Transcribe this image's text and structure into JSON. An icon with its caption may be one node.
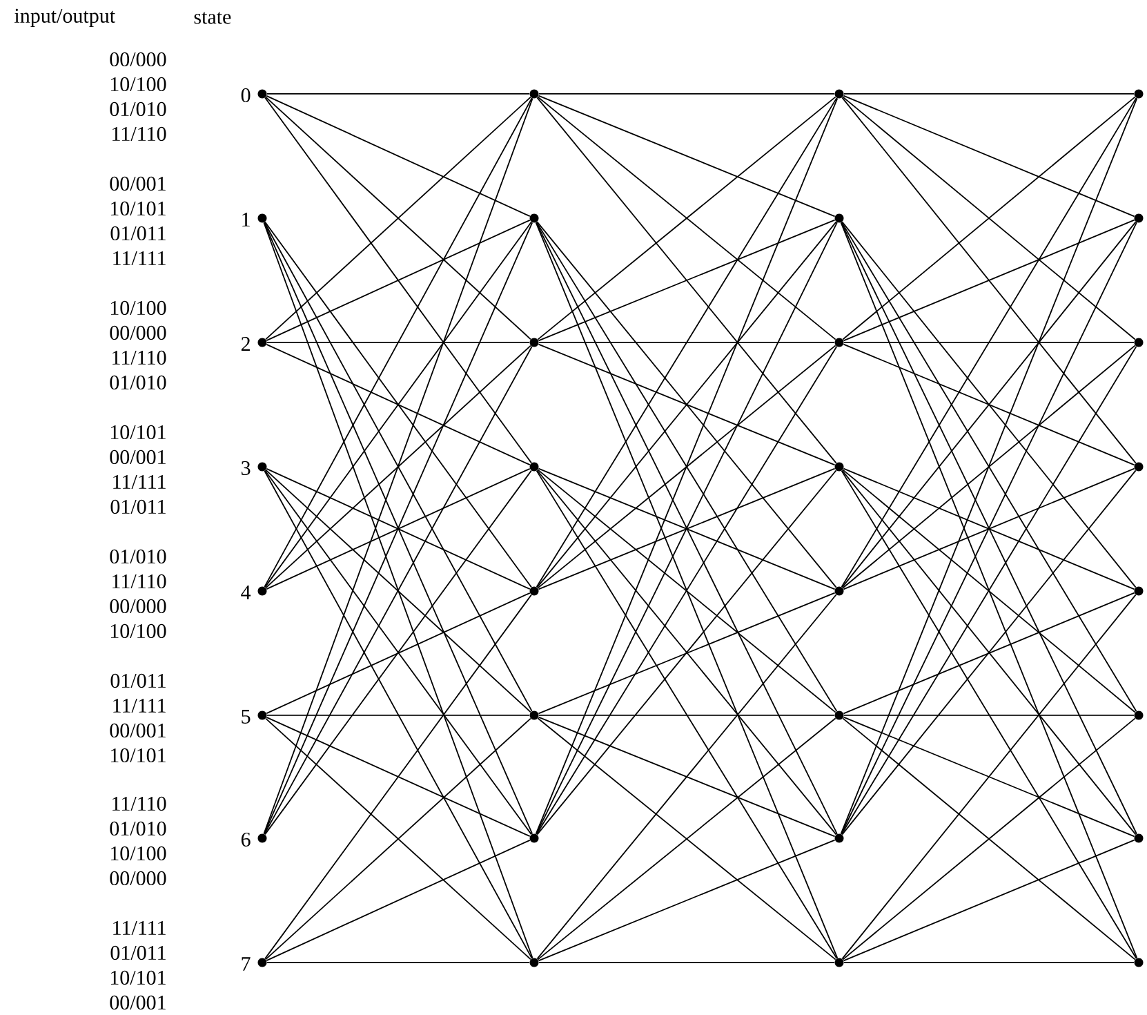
{
  "diagram": {
    "nodes": [
      {
        "text": [],
        "shape": "circle",
        "beside": [
          "0"
        ]
      },
      {
        "text": [],
        "shape": "circle",
        "beside": [
          "1"
        ]
      },
      {
        "text": [],
        "shape": "circle",
        "beside": [
          "2"
        ]
      },
      {
        "text": [],
        "shape": "circle",
        "beside": [
          "3"
        ]
      },
      {
        "text": [],
        "shape": "circle",
        "beside": [
          "4"
        ]
      },
      {
        "text": [],
        "shape": "circle",
        "beside": [
          "5"
        ]
      },
      {
        "text": [],
        "shape": "circle",
        "beside": [
          "6"
        ]
      },
      {
        "text": [],
        "shape": "circle",
        "beside": [
          "7"
        ]
      },
      {
        "text": [],
        "shape": "circle"
      },
      {
        "text": [],
        "shape": "circle"
      },
      {
        "text": [],
        "shape": "circle"
      },
      {
        "text": [],
        "shape": "circle"
      },
      {
        "text": [],
        "shape": "circle"
      },
      {
        "text": [],
        "shape": "circle"
      },
      {
        "text": [],
        "shape": "circle"
      },
      {
        "text": [],
        "shape": "circle"
      },
      {
        "text": [],
        "shape": "circle"
      },
      {
        "text": [],
        "shape": "circle"
      },
      {
        "text": [],
        "shape": "circle"
      },
      {
        "text": [],
        "shape": "circle"
      },
      {
        "text": [],
        "shape": "circle"
      },
      {
        "text": [],
        "shape": "circle"
      },
      {
        "text": [],
        "shape": "circle"
      },
      {
        "text": [],
        "shape": "circle"
      },
      {
        "text": [],
        "shape": "circle"
      },
      {
        "text": [],
        "shape": "circle"
      },
      {
        "text": [],
        "shape": "circle"
      },
      {
        "text": [],
        "shape": "circle"
      },
      {
        "text": [],
        "shape": "circle"
      },
      {
        "text": [],
        "shape": "circle"
      },
      {
        "text": [],
        "shape": "circle"
      },
      {
        "text": [],
        "shape": "circle"
      }
    ],
    "edges": [
      {
        "from": 0,
        "to": 8,
        "arrow": "none"
      },
      {
        "from": 0,
        "to": 9,
        "arrow": "none"
      },
      {
        "from": 0,
        "to": 10,
        "arrow": "none"
      },
      {
        "from": 0,
        "to": 11,
        "arrow": "none"
      },
      {
        "from": 1,
        "to": 12,
        "arrow": "none"
      },
      {
        "from": 1,
        "to": 13,
        "arrow": "none"
      },
      {
        "from": 1,
        "to": 14,
        "arrow": "none"
      },
      {
        "from": 1,
        "to": 15,
        "arrow": "none"
      },
      {
        "from": 2,
        "to": 8,
        "arrow": "none"
      },
      {
        "from": 2,
        "to": 9,
        "arrow": "none"
      },
      {
        "from": 2,
        "to": 10,
        "arrow": "none"
      },
      {
        "from": 2,
        "to": 11,
        "arrow": "none"
      },
      {
        "from": 3,
        "to": 12,
        "arrow": "none"
      },
      {
        "from": 3,
        "to": 13,
        "arrow": "none"
      },
      {
        "from": 3,
        "to": 14,
        "arrow": "none"
      },
      {
        "from": 3,
        "to": 15,
        "arrow": "none"
      },
      {
        "from": 4,
        "to": 8,
        "arrow": "none"
      },
      {
        "from": 4,
        "to": 9,
        "arrow": "none"
      },
      {
        "from": 4,
        "to": 10,
        "arrow": "none"
      },
      {
        "from": 4,
        "to": 11,
        "arrow": "none"
      },
      {
        "from": 5,
        "to": 12,
        "arrow": "none"
      },
      {
        "from": 5,
        "to": 13,
        "arrow": "none"
      },
      {
        "from": 5,
        "to": 14,
        "arrow": "none"
      },
      {
        "from": 5,
        "to": 15,
        "arrow": "none"
      },
      {
        "from": 6,
        "to": 8,
        "arrow": "none"
      },
      {
        "from": 6,
        "to": 9,
        "arrow": "none"
      },
      {
        "from": 6,
        "to": 10,
        "arrow": "none"
      },
      {
        "from": 6,
        "to": 11,
        "arrow": "none"
      },
      {
        "from": 7,
        "to": 12,
        "arrow": "none"
      },
      {
        "from": 7,
        "to": 13,
        "arrow": "none"
      },
      {
        "from": 7,
        "to": 14,
        "arrow": "none"
      },
      {
        "from": 7,
        "to": 15,
        "arrow": "none"
      },
      {
        "from": 8,
        "to": 16,
        "arrow": "none"
      },
      {
        "from": 8,
        "to": 17,
        "arrow": "none"
      },
      {
        "from": 8,
        "to": 18,
        "arrow": "none"
      },
      {
        "from": 8,
        "to": 19,
        "arrow": "none"
      },
      {
        "from": 9,
        "to": 20,
        "arrow": "none"
      },
      {
        "from": 9,
        "to": 21,
        "arrow": "none"
      },
      {
        "from": 9,
        "to": 22,
        "arrow": "none"
      },
      {
        "from": 9,
        "to": 23,
        "arrow": "none"
      },
      {
        "from": 10,
        "to": 16,
        "arrow": "none"
      },
      {
        "from": 10,
        "to": 17,
        "arrow": "none"
      },
      {
        "from": 10,
        "to": 18,
        "arrow": "none"
      },
      {
        "from": 10,
        "to": 19,
        "arrow": "none"
      },
      {
        "from": 11,
        "to": 20,
        "arrow": "none"
      },
      {
        "from": 11,
        "to": 21,
        "arrow": "none"
      },
      {
        "from": 11,
        "to": 22,
        "arrow": "none"
      },
      {
        "from": 11,
        "to": 23,
        "arrow": "none"
      },
      {
        "from": 12,
        "to": 16,
        "arrow": "none"
      },
      {
        "from": 12,
        "to": 17,
        "arrow": "none"
      },
      {
        "from": 12,
        "to": 18,
        "arrow": "none"
      },
      {
        "from": 12,
        "to": 19,
        "arrow": "none"
      },
      {
        "from": 13,
        "to": 20,
        "arrow": "none"
      },
      {
        "from": 13,
        "to": 21,
        "arrow": "none"
      },
      {
        "from": 13,
        "to": 22,
        "arrow": "none"
      },
      {
        "from": 13,
        "to": 23,
        "arrow": "none"
      },
      {
        "from": 14,
        "to": 16,
        "arrow": "none"
      },
      {
        "from": 14,
        "to": 17,
        "arrow": "none"
      },
      {
        "from": 14,
        "to": 18,
        "arrow": "none"
      },
      {
        "from": 14,
        "to": 19,
        "arrow": "none"
      },
      {
        "from": 15,
        "to": 20,
        "arrow": "none"
      },
      {
        "from": 15,
        "to": 21,
        "arrow": "none"
      },
      {
        "from": 15,
        "to": 22,
        "arrow": "none"
      },
      {
        "from": 15,
        "to": 23,
        "arrow": "none"
      },
      {
        "from": 16,
        "to": 24,
        "arrow": "none"
      },
      {
        "from": 16,
        "to": 25,
        "arrow": "none"
      },
      {
        "from": 16,
        "to": 26,
        "arrow": "none"
      },
      {
        "from": 16,
        "to": 27,
        "arrow": "none"
      },
      {
        "from": 17,
        "to": 28,
        "arrow": "none"
      },
      {
        "from": 17,
        "to": 29,
        "arrow": "none"
      },
      {
        "from": 17,
        "to": 30,
        "arrow": "none"
      },
      {
        "from": 17,
        "to": 31,
        "arrow": "none"
      },
      {
        "from": 18,
        "to": 24,
        "arrow": "none"
      },
      {
        "from": 18,
        "to": 25,
        "arrow": "none"
      },
      {
        "from": 18,
        "to": 26,
        "arrow": "none"
      },
      {
        "from": 18,
        "to": 27,
        "arrow": "none"
      },
      {
        "from": 19,
        "to": 28,
        "arrow": "none"
      },
      {
        "from": 19,
        "to": 29,
        "arrow": "none"
      },
      {
        "from": 19,
        "to": 30,
        "arrow": "none"
      },
      {
        "from": 19,
        "to": 31,
        "arrow": "none"
      },
      {
        "from": 20,
        "to": 24,
        "arrow": "none"
      },
      {
        "from": 20,
        "to": 25,
        "arrow": "none"
      },
      {
        "from": 20,
        "to": 26,
        "arrow": "none"
      },
      {
        "from": 20,
        "to": 27,
        "arrow": "none"
      },
      {
        "from": 21,
        "to": 28,
        "arrow": "none"
      },
      {
        "from": 21,
        "to": 29,
        "arrow": "none"
      },
      {
        "from": 21,
        "to": 30,
        "arrow": "none"
      },
      {
        "from": 21,
        "to": 31,
        "arrow": "none"
      },
      {
        "from": 22,
        "to": 24,
        "arrow": "none"
      },
      {
        "from": 22,
        "to": 25,
        "arrow": "none"
      },
      {
        "from": 22,
        "to": 26,
        "arrow": "none"
      },
      {
        "from": 22,
        "to": 27,
        "arrow": "none"
      },
      {
        "from": 23,
        "to": 28,
        "arrow": "none"
      },
      {
        "from": 23,
        "to": 29,
        "arrow": "none"
      },
      {
        "from": 23,
        "to": 30,
        "arrow": "none"
      },
      {
        "from": 23,
        "to": 31,
        "arrow": "none"
      }
    ],
    "labels": [
      "input/output",
      "state",
      "00/000",
      "10/100",
      "01/010",
      "11/110",
      "00/001",
      "10/101",
      "01/011",
      "11/111",
      "10/100",
      "00/000",
      "11/110",
      "01/010",
      "10/101",
      "00/001",
      "11/111",
      "01/011",
      "01/010",
      "11/110",
      "00/000",
      "10/100",
      "01/011",
      "11/111",
      "00/001",
      "10/101",
      "11/110",
      "01/010",
      "10/100",
      "00/000",
      "11/111",
      "01/011",
      "10/101",
      "00/001"
    ]
  }
}
